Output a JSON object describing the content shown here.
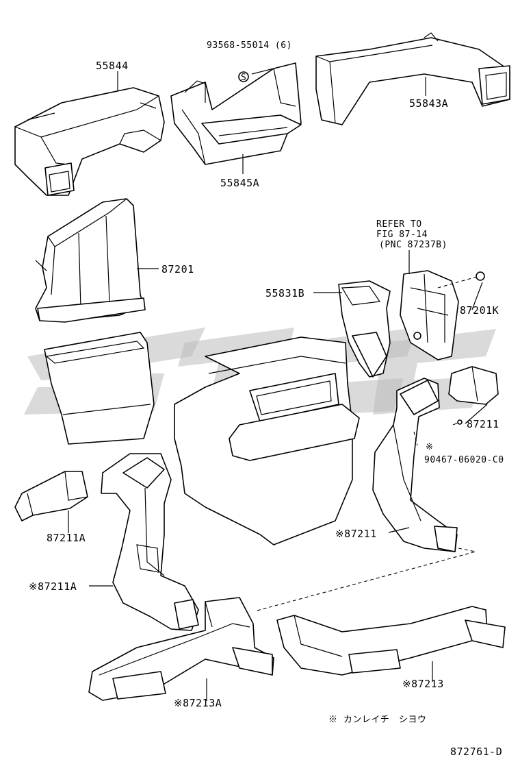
{
  "diagram": {
    "labels": {
      "p55844": "55844",
      "p93568": "93568-55014 (6)",
      "p55843A": "55843A",
      "p55845A": "55845A",
      "p87201": "87201",
      "refer1": "REFER TO",
      "refer2": "FIG 87-14",
      "refer3": "(PNC 87237B)",
      "p55831B": "55831B",
      "p87201K": "87201K",
      "p87211": "87211",
      "mark90467": "※",
      "p90467": "90467-06020-C0",
      "p87211A": "87211A",
      "p87211m": "※87211",
      "p87211Am": "※87211A",
      "p87213": "※87213",
      "p87213A": "※87213A",
      "note": "※ カンレイチ　シヨウ",
      "code": "872761-D",
      "s_symbol": "S"
    }
  }
}
